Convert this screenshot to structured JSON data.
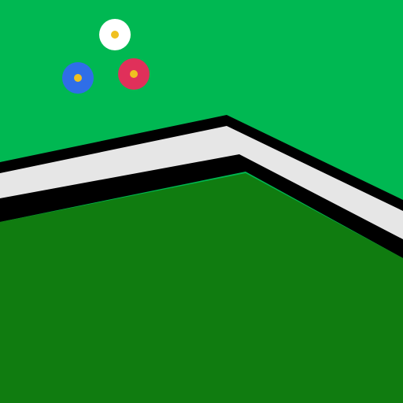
{
  "colors": {
    "field": "#00b852",
    "ground": "#107c10",
    "road_surface": "#e6e6e6",
    "road_edge": "#000000"
  },
  "markers": [
    {
      "name": "white-flower",
      "ring": "#ffffff",
      "center": "#f0c020"
    },
    {
      "name": "blue-flower",
      "ring": "#2f6ee8",
      "center": "#f0c020"
    },
    {
      "name": "red-flower",
      "ring": "#e0305a",
      "center": "#f0c020"
    }
  ]
}
